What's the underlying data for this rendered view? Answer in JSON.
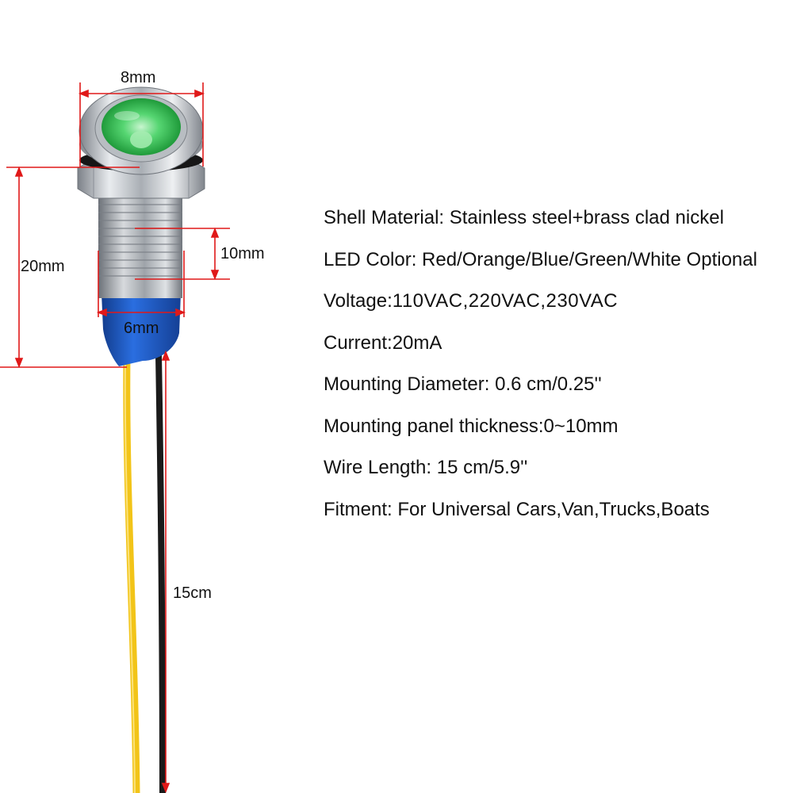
{
  "dimensions": {
    "width_label": "8mm",
    "height_label": "20mm",
    "thread_label": "10mm",
    "mount_label": "6mm",
    "wire_label": "15cm"
  },
  "specs": [
    {
      "label": "Shell Material:",
      "value": " Stainless steel+brass clad nickel"
    },
    {
      "label": "LED Color:",
      "value": " Red/Orange/Blue/Green/White Optional"
    },
    {
      "label": "Voltage:",
      "value": "110VAC,220VAC,230VAC"
    },
    {
      "label": "Current:",
      "value": "20mA"
    },
    {
      "label": "Mounting Diameter:",
      "value": " 0.6 cm/0.25''"
    },
    {
      "label": "Mounting panel thickness:",
      "value": "0~10mm"
    },
    {
      "label": "Wire Length:",
      "value": " 15 cm/5.9''"
    },
    {
      "label": "Fitment:",
      "value": " For Universal Cars,Van,Trucks,Boats"
    }
  ],
  "colors": {
    "dimension_line": "#e01919",
    "lens": "#4cd36a",
    "bezel": "#c9cdd2",
    "sleeve": "#1f5fd0",
    "wire_positive": "#f2c418",
    "wire_negative": "#1a1a1a"
  }
}
